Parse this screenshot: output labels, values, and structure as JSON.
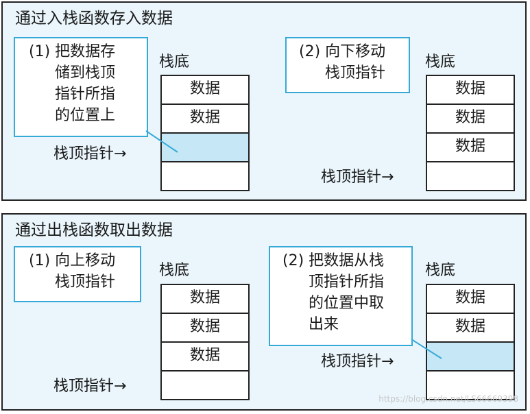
{
  "top": {
    "title": "通过入栈函数存入数据",
    "left": {
      "note": [
        "(1) 把数据存",
        "储到栈顶",
        "指针所指",
        "的位置上"
      ],
      "bottom_label": "栈底",
      "cells": [
        "数据",
        "数据",
        "",
        ""
      ],
      "pointer_label": "栈顶指针→"
    },
    "right": {
      "note": [
        "(2) 向下移动",
        "栈顶指针"
      ],
      "bottom_label": "栈底",
      "cells": [
        "数据",
        "数据",
        "数据",
        ""
      ],
      "pointer_label": "栈顶指针→"
    }
  },
  "bottom": {
    "title": "通过出栈函数取出数据",
    "left": {
      "note": [
        "(1) 向上移动",
        "栈顶指针"
      ],
      "bottom_label": "栈底",
      "cells": [
        "数据",
        "数据",
        "数据",
        ""
      ],
      "pointer_label": "栈顶指针→"
    },
    "right": {
      "note": [
        "(2) 把数据从栈",
        "顶指针所指",
        "的位置中取",
        "出来"
      ],
      "bottom_label": "栈底",
      "cells": [
        "数据",
        "数据",
        "",
        ""
      ],
      "pointer_label": "栈顶指针→"
    }
  },
  "colors": {
    "panel_bg": "#eaf6fc",
    "note_border": "#35a9d8",
    "highlight_cell": "#c6e7f6"
  },
  "watermark": "https://blog.csdn.net/LS66669398"
}
